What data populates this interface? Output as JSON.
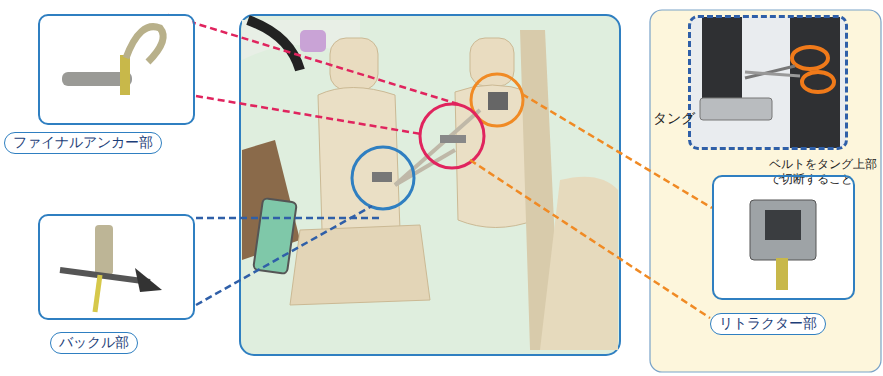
{
  "diagram": {
    "nodes": [
      {
        "text": [
          "ファイナルアンカー部"
        ]
      },
      {
        "text": [
          "バックル部"
        ]
      },
      {
        "text": [
          "タング",
          "ベルトをタング上部で切断すること"
        ]
      },
      {
        "text": [
          "リトラクター部"
        ]
      }
    ]
  }
}
